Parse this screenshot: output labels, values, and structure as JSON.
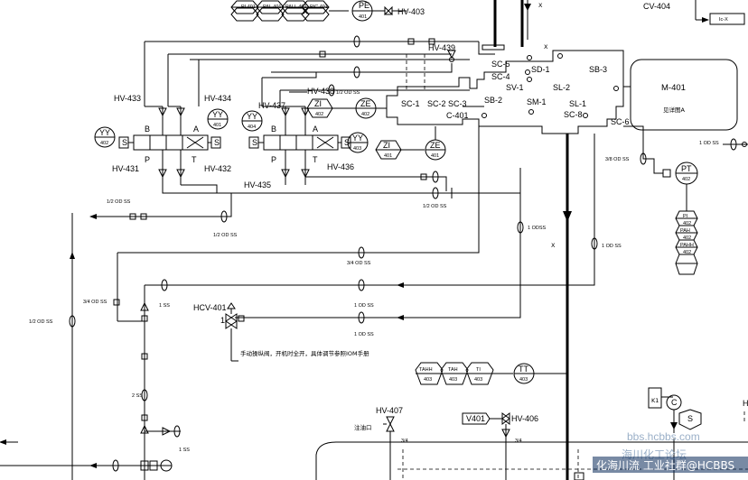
{
  "instruments_top": [
    "PI 401",
    "PAL 401",
    "PALL 401",
    "PIC 401"
  ],
  "pe401": {
    "tag": "PE",
    "num": "401"
  },
  "pt402": {
    "tag": "PT",
    "num": "402"
  },
  "pressure_stack": [
    {
      "tag": "PI",
      "num": "402"
    },
    {
      "tag": "PAH",
      "num": "402"
    },
    {
      "tag": "PAHH",
      "num": "402"
    }
  ],
  "temp_stack": [
    {
      "tag": "TAHH",
      "num": "403"
    },
    {
      "tag": "TAH",
      "num": "403"
    },
    {
      "tag": "TI",
      "num": "403"
    }
  ],
  "tt403": {
    "tag": "TT",
    "num": "403"
  },
  "yy402": {
    "tag": "YY",
    "num": "402"
  },
  "yy401": {
    "tag": "YY",
    "num": "401"
  },
  "yy404": {
    "tag": "YY",
    "num": "404"
  },
  "yy403": {
    "tag": "YY",
    "num": "403"
  },
  "zi402": {
    "tag": "ZI",
    "num": "402"
  },
  "ze402": {
    "tag": "ZE",
    "num": "402"
  },
  "zi401": {
    "tag": "ZI",
    "num": "401"
  },
  "ze401": {
    "tag": "ZE",
    "num": "401"
  },
  "valves": {
    "hv403": "HV-403",
    "hv439": "HV-439",
    "hv438": "HV-438",
    "hv437": "HV-437",
    "hv433": "HV-433",
    "hv434": "HV-434",
    "hv431": "HV-431",
    "hv432": "HV-432",
    "hv435": "HV-435",
    "hv436": "HV-436",
    "hcv401": "HCV-401",
    "hv407": "HV-407",
    "hv406": "HV-406",
    "cv404": "CV-404"
  },
  "compressor": {
    "label": "C-401",
    "sc1": "SC-1",
    "sc2": "SC-2",
    "sc3": "SC-3",
    "sc4": "SC-4",
    "sc5": "SC-5",
    "sc6": "SC-6",
    "sc8": "SC-8",
    "sb1": "SB-1",
    "sb2": "SB-2",
    "sb3": "SB-3",
    "sd1": "SD-1",
    "sv1": "SV-1",
    "sm1": "SM-1",
    "sl1": "SL-1",
    "sl2": "SL-2"
  },
  "motor": {
    "id": "M-401",
    "desc": "见详图A"
  },
  "port_labels": {
    "a": "A",
    "b": "B",
    "p": "P",
    "t": "T",
    "s": "S"
  },
  "signal_label": "Ic-X",
  "pipe_labels": {
    "half_od_ss_1": "1/2 OD SS",
    "half_od_ss_2": "1/2 OD SS",
    "half_od_ss_3": "1/2 OD SS",
    "half_od_ss_4": "1/2 OD SS",
    "half_od_ss_5": "1/2 OD SS",
    "threeq_od_ss_1": "3/4 OD SS",
    "threeq_od_ss_2": "3/4 OD SS",
    "threeeighth_od_ss": "3/8 OD SS",
    "one_od_ss_1": "1 OD SS",
    "one_od_ss_2": "1 OD SS",
    "one_od_ss_3": "1 OD SS",
    "one_od_ss_4": "1 ODSS",
    "one_ss_1": "1 SS",
    "one_ss_2": "1 SS",
    "two_ss": "2 SS",
    "threeq_1": "3/4",
    "threeq_2": "3/4"
  },
  "x_marks": [
    "X",
    "X",
    "X"
  ],
  "note_num": "1",
  "note_hcv": "手动操纵阀，开机时全开，具体调节参照IOM手册",
  "drain_label": "注油口",
  "k1": "K1",
  "c_label": "C",
  "s_label": "S",
  "v401": "V401",
  "h_tag": "H",
  "watermark_1": "bbs.hcbbs.com",
  "watermark_2": "海川化工论坛",
  "watermark_3": "化海川流 工业社群@HCBBS"
}
